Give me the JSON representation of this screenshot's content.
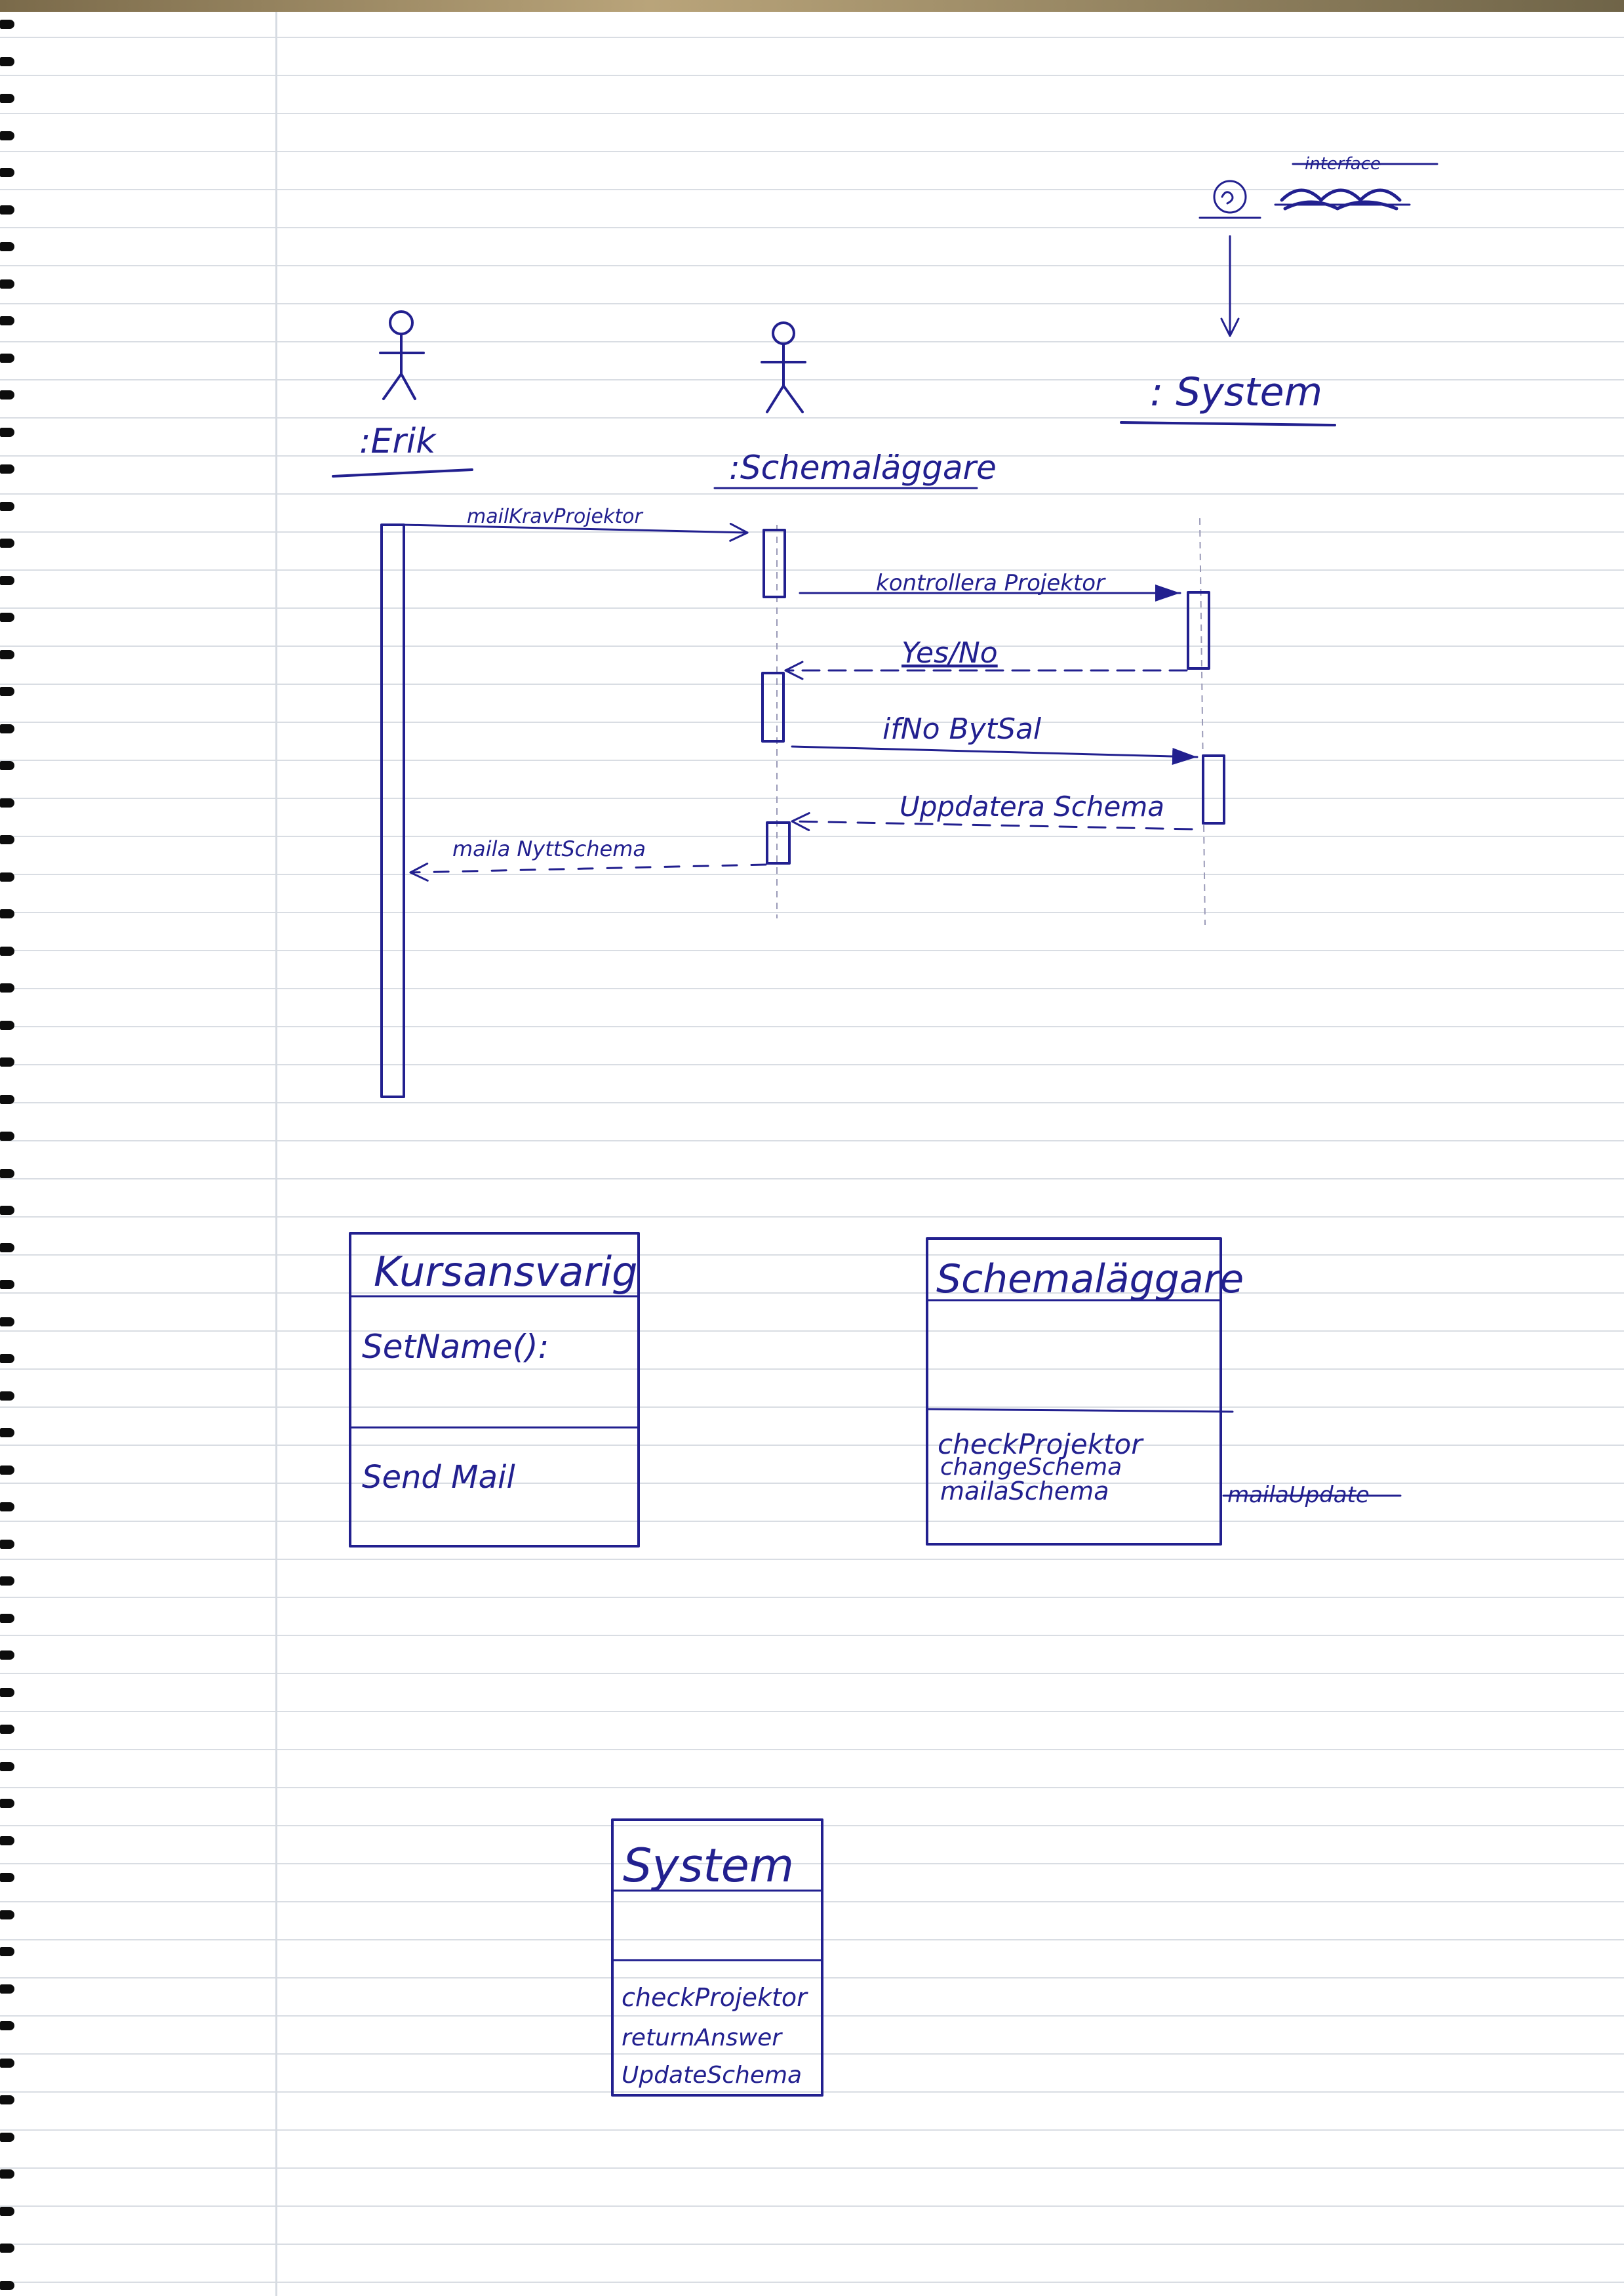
{
  "lifelines": [
    {
      "id": "erik",
      "label": ":Erik",
      "kind": "actor"
    },
    {
      "id": "schema",
      "label": ":Schemaläggare",
      "kind": "actor"
    },
    {
      "id": "system",
      "label": ": System",
      "kind": "object"
    }
  ],
  "struck_notes": [
    "interface",
    "mailaUpdate"
  ],
  "messages": [
    {
      "from": "erik",
      "to": "schema",
      "label": "mailKravProjektor",
      "style": "solid-open"
    },
    {
      "from": "schema",
      "to": "system",
      "label": "kontrollera Projektor",
      "style": "solid-filled"
    },
    {
      "from": "system",
      "to": "schema",
      "label": "Yes/No",
      "style": "dashed-open"
    },
    {
      "from": "schema",
      "to": "system",
      "label": "ifNo BytSal",
      "style": "solid-filled"
    },
    {
      "from": "system",
      "to": "schema",
      "label": "Uppdatera Schema",
      "style": "dashed-open"
    },
    {
      "from": "schema",
      "to": "erik",
      "label": "maila NyttSchema",
      "style": "dashed-open"
    }
  ],
  "classes": [
    {
      "name": "Kursansvarig",
      "attributes": [
        "SetName():"
      ],
      "operations": [
        "Send Mail"
      ]
    },
    {
      "name": "Schemaläggare",
      "attributes": [],
      "operations": [
        "checkProjektor",
        "changeSchema",
        "mailaSchema"
      ]
    },
    {
      "name": "System",
      "attributes": [],
      "operations": [
        "checkProjektor",
        "returnAnswer",
        "UpdateSchema"
      ]
    }
  ],
  "ink_color": "#22208f"
}
